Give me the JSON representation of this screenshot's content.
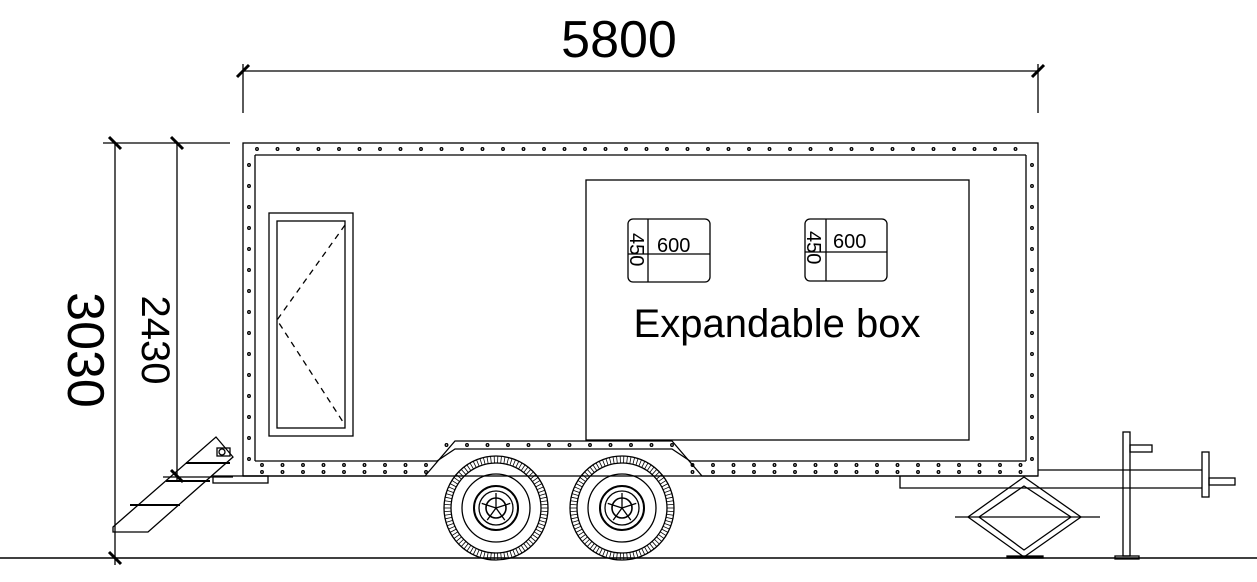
{
  "dimensions": {
    "overall_length": "5800",
    "overall_height": "3030",
    "body_height": "2430"
  },
  "expandable_box": {
    "label": "Expandable box",
    "windows": [
      {
        "width": "600",
        "height": "450"
      },
      {
        "width": "600",
        "height": "450"
      }
    ]
  },
  "colors": {
    "line": "#000000",
    "background": "#ffffff"
  }
}
